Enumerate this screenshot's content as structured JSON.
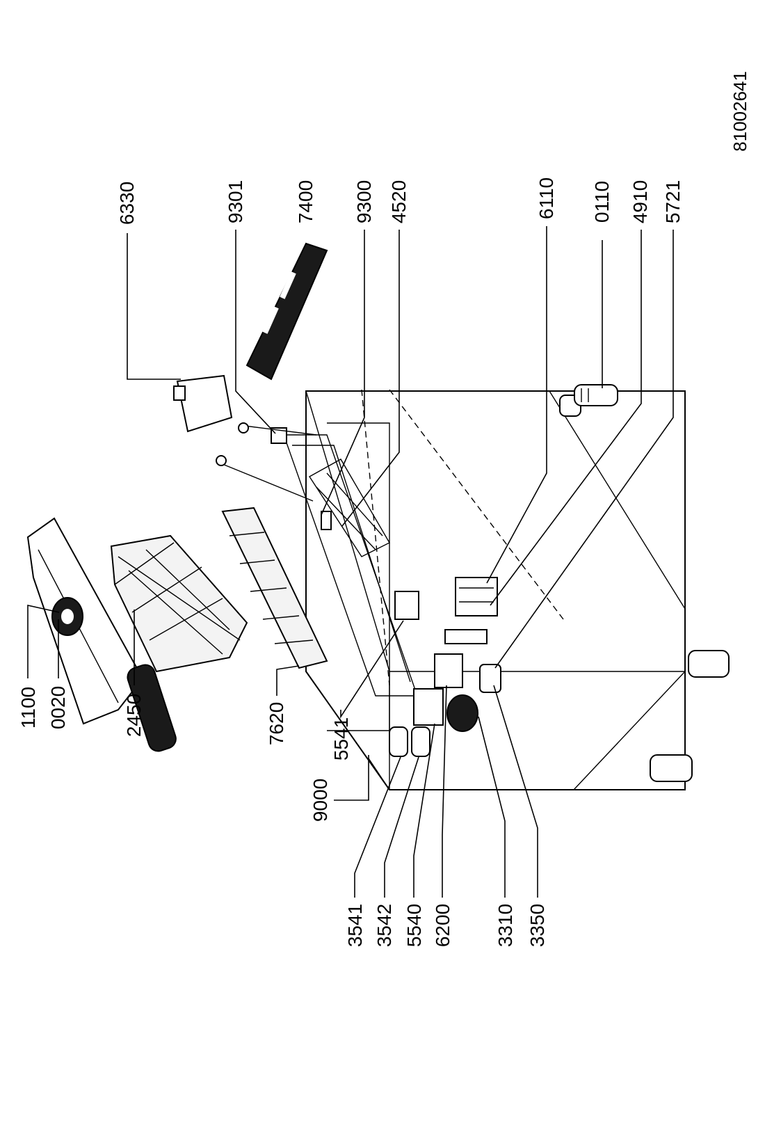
{
  "document_id": "81002641",
  "callouts": {
    "c6330": "6330",
    "c9301": "9301",
    "c7400": "7400",
    "c9300": "9300",
    "c4520": "4520",
    "c6110": "6110",
    "c0110": "0110",
    "c4910": "4910",
    "c5721": "5721",
    "c1100": "1100",
    "c0020": "0020",
    "c2450": "2450",
    "c7620": "7620",
    "c5541": "5541",
    "c9000": "9000",
    "c3541": "3541",
    "c3542": "3542",
    "c5540": "5540",
    "c6200": "6200",
    "c3310": "3310",
    "c3350": "3350"
  }
}
